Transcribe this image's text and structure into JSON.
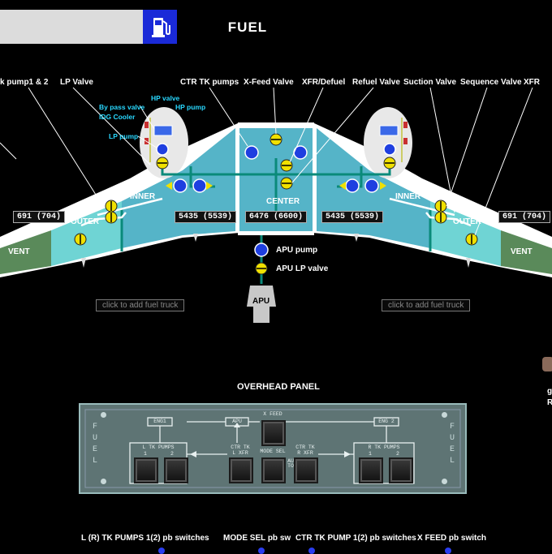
{
  "header": {
    "title": "FUEL",
    "icon": "fuel-pump-icon"
  },
  "labels": {
    "tk_pump": "k pump1 & 2",
    "lp_valve": "LP Valve",
    "ctr_tk_pumps": "CTR TK pumps",
    "xfeed_valve": "X-Feed Valve",
    "xfr_defuel": "XFR/Defuel",
    "refuel_valve": "Refuel Valve",
    "suction_valve": "Suction Valve",
    "sequence_valve": "Sequence Valve",
    "xfr": "XFR",
    "hp_valve": "HP valve",
    "bypass_valve": "By pass valve",
    "hp_pump": "HP pump",
    "idg_cooler": "IDG Cooler",
    "lp_pump": "LP pump"
  },
  "tanks": {
    "vent": "VENT",
    "outer": "OUTER",
    "inner": "INNER",
    "center": "CENTER",
    "left_outer_qty": "691  (704)",
    "left_inner_qty": "5435  (5539)",
    "center_qty": "6476  (6600)",
    "right_inner_qty": "5435  (5539)",
    "right_outer_qty": "691  (704)"
  },
  "apu": {
    "pump_label": "APU pump",
    "valve_label": "APU LP valve",
    "unit_label": "APU"
  },
  "truck": {
    "left": "click to add fuel truck",
    "right": "click to add fuel truck"
  },
  "overhead": {
    "title": "OVERHEAD PANEL",
    "side_label": "FUEL",
    "eng1": "ENG1",
    "eng2": "ENG 2",
    "apu": "APU",
    "x_feed": "X FEED",
    "l_tk_pumps": "L TK PUMPS",
    "r_tk_pumps": "R TK  PUMPS",
    "ctr_tk_l_xfr": "CTR TK\nL XFR",
    "mode_sel": "MODE SEL",
    "auto": "AUTO",
    "ctr_tk_r_xfr": "CTR TK\nR XFR",
    "n1": "1",
    "n2": "2"
  },
  "bottom_labels": {
    "tk_pumps": "L (R) TK PUMPS 1(2) pb switches",
    "mode_sel": "MODE SEL pb sw",
    "ctr_tk_pump": "CTR TK PUMP 1(2) pb switches",
    "x_feed": "X FEED pb switch"
  },
  "side_snippet": {
    "line1": "g",
    "line2": "R"
  },
  "colors": {
    "tank_fill": "#55b4c8",
    "vent_fill": "#5a8a5a",
    "outer_fill": "#6fd4d4",
    "line": "#0a8a7a",
    "valve": "#f0e000",
    "pump": "#1f3fe0",
    "panel": "#5e7474"
  }
}
